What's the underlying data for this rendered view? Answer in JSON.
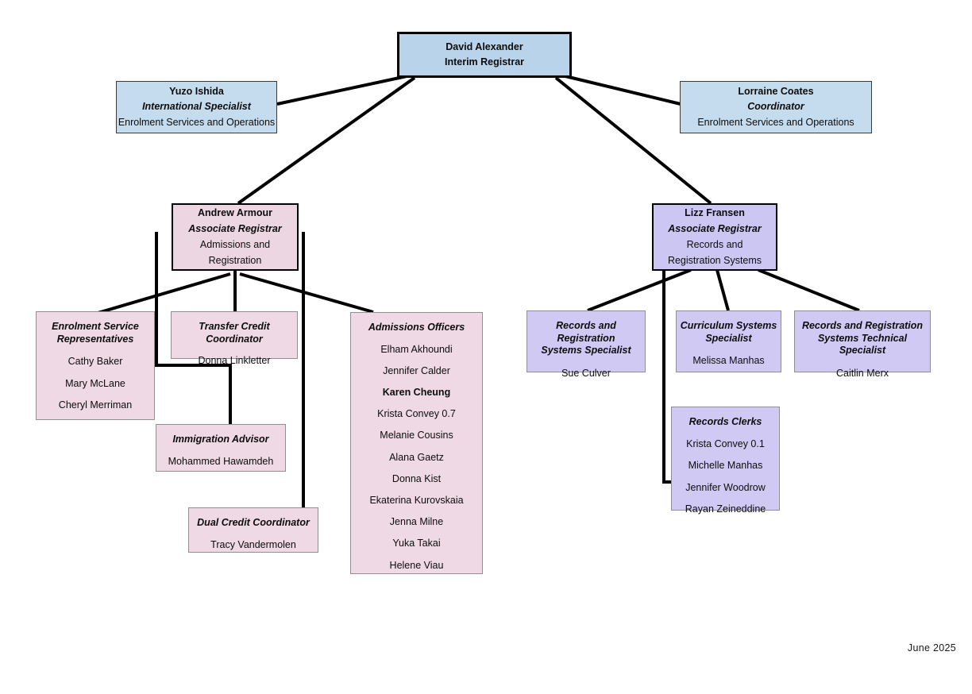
{
  "document": {
    "type": "organizational-chart",
    "date_label": "June  2025"
  },
  "colors": {
    "top_box_fill": "#b9d3ea",
    "side_box_fill": "#c5dbee",
    "admissions_branch_fill": "#eed9e4",
    "records_branch_fill": "#cfc9f4",
    "connector": "#000000"
  },
  "nodes": {
    "registrar": {
      "name": "David Alexander",
      "title": "Interim Registrar"
    },
    "international_specialist": {
      "name": "Yuzo Ishida",
      "title": "International Specialist",
      "dept": "Enrolment Services and Operations"
    },
    "coordinator": {
      "name": "Lorraine Coates",
      "title": "Coordinator",
      "dept": "Enrolment Services and Operations"
    },
    "ar_admissions": {
      "name": "Andrew Armour",
      "title": "Associate Registrar",
      "dept_line1": "Admissions and",
      "dept_line2": "Registration"
    },
    "ar_records": {
      "name": "Lizz Fransen",
      "title": "Associate Registrar",
      "dept_line1": "Records and",
      "dept_line2": "Registration Systems"
    },
    "enrolment_service_reps": {
      "title_line1": "Enrolment Service",
      "title_line2": "Representatives",
      "members": [
        "Cathy Baker",
        "Mary McLane",
        "Cheryl Merriman"
      ]
    },
    "transfer_credit_coordinator": {
      "title_line1": "Transfer Credit Coordinator",
      "members": [
        "Donna Linkletter"
      ]
    },
    "immigration_advisor": {
      "title_line1": "Immigration Advisor",
      "members": [
        "Mohammed Hawamdeh"
      ]
    },
    "dual_credit_coordinator": {
      "title_line1": "Dual Credit Coordinator",
      "members": [
        "Tracy Vandermolen"
      ]
    },
    "admissions_officers": {
      "title_line1": "Admissions Officers",
      "members": [
        "Elham Akhoundi",
        "Jennifer Calder",
        "Karen Cheung",
        "Krista Convey 0.7",
        "Melanie Cousins",
        "Alana Gaetz",
        "Donna Kist",
        "Ekaterina Kurovskaia",
        "Jenna Milne",
        "Yuka Takai",
        "Helene Viau"
      ],
      "bold_members": [
        "Karen Cheung"
      ]
    },
    "rr_systems_specialist": {
      "title_line1": "Records and Registration",
      "title_line2": "Systems Specialist",
      "members": [
        "Sue Culver"
      ]
    },
    "curriculum_systems_specialist": {
      "title_line1": "Curriculum Systems",
      "title_line2": "Specialist",
      "members": [
        "Melissa Manhas"
      ]
    },
    "rr_systems_technical_specialist": {
      "title_line1": "Records and Registration",
      "title_line2": "Systems Technical Specialist",
      "members": [
        "Caitlin Merx"
      ]
    },
    "records_clerks": {
      "title_line1": "Records Clerks",
      "members": [
        "Krista Convey 0.1",
        "Michelle Manhas",
        "Jennifer Woodrow",
        "Rayan Zeineddine"
      ]
    }
  }
}
